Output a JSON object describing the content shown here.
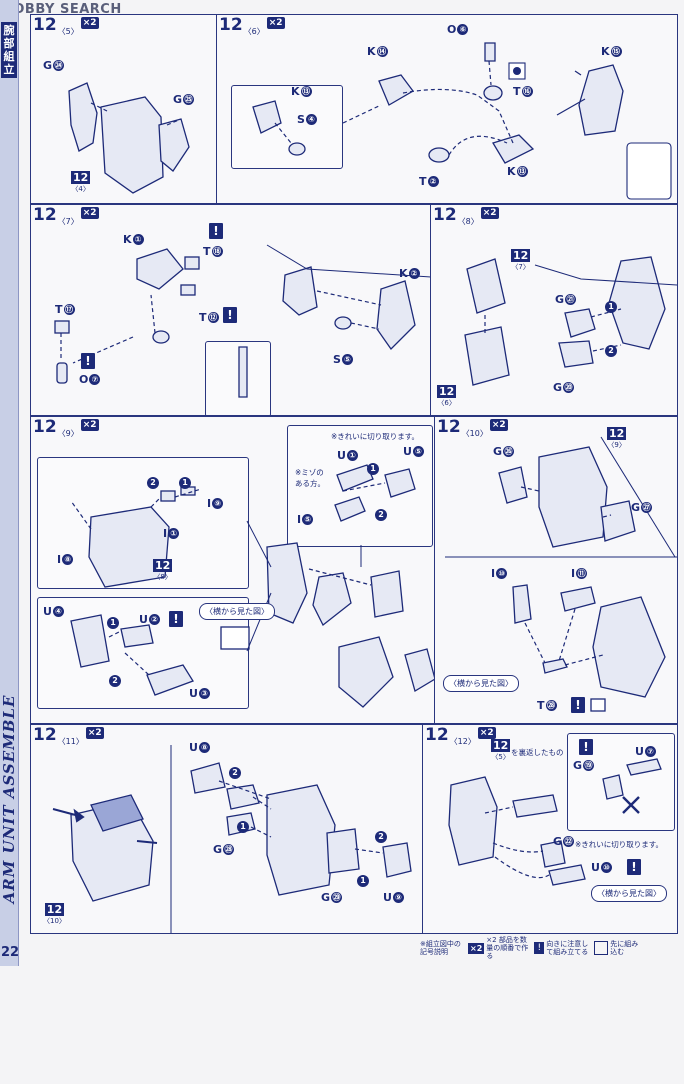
{
  "watermark": "HOBBY SEARCH",
  "sidebar": {
    "title": "腕部組立",
    "english": "ARM UNIT ASSEMBLE",
    "page": "22"
  },
  "common": {
    "x2": "×2"
  },
  "steps": {
    "s5": {
      "num": "12",
      "sub": "〈5〉",
      "refs": [
        {
          "n": "12",
          "s": "〈4〉"
        }
      ],
      "labels": [
        "G",
        "G"
      ],
      "marks": [
        "㉔",
        "㉕"
      ]
    },
    "s6": {
      "num": "12",
      "sub": "〈6〉",
      "labels": [
        "O",
        "T",
        "K",
        "S",
        "K",
        "K",
        "T"
      ],
      "marks": [
        "⑥",
        "⑯",
        "⑭",
        "④",
        "⑬",
        "⑬",
        "②"
      ]
    },
    "s6b": {
      "labels": [
        "K"
      ],
      "marks": [
        "⑮"
      ]
    },
    "s7": {
      "num": "12",
      "sub": "〈7〉",
      "labels": [
        "K",
        "T",
        "T",
        "T",
        "O",
        "K",
        "S"
      ],
      "marks": [
        "①",
        "⑱",
        "⑫",
        "⑰",
        "⑦",
        "②",
        "⑤"
      ]
    },
    "s8": {
      "num": "12",
      "sub": "〈8〉",
      "refs": [
        {
          "n": "12",
          "s": "〈7〉"
        },
        {
          "n": "12",
          "s": "〈6〉"
        }
      ],
      "labels": [
        "G",
        "G"
      ],
      "marks": [
        "㉑",
        "⑳"
      ]
    },
    "s9": {
      "num": "12",
      "sub": "〈9〉",
      "refs": [
        {
          "n": "12",
          "s": "〈8〉"
        }
      ],
      "labels": [
        "I",
        "I",
        "I",
        "U",
        "U",
        "U",
        "U",
        "U",
        "I"
      ],
      "marks": [
        "⑨",
        "①",
        "⑧",
        "④",
        "②",
        "③",
        "①",
        "⑤",
        "⑤"
      ],
      "note_clean": "※きれいに切り取ります。",
      "note_groove": "※ミゾの",
      "note_groove2": "ある方。",
      "side_view": "〈横から見た図〉"
    },
    "s10": {
      "num": "12",
      "sub": "〈10〉",
      "refs": [
        {
          "n": "12",
          "s": "〈9〉"
        }
      ],
      "labels": [
        "G",
        "G",
        "I",
        "I",
        "T"
      ],
      "marks": [
        "㉖",
        "㉗",
        "⑩",
        "⑪",
        "㉘"
      ],
      "side_view": "〈横から見た図〉"
    },
    "s11": {
      "num": "12",
      "sub": "〈11〉",
      "refs": [
        {
          "n": "12",
          "s": "〈10〉"
        }
      ],
      "labels": [
        "U",
        "G",
        "G",
        "U"
      ],
      "marks": [
        "⑧",
        "㉘",
        "㉙",
        "⑨"
      ]
    },
    "s12": {
      "num": "12",
      "sub": "〈12〉",
      "refs": [
        {
          "n": "12",
          "s": "〈5〉"
        }
      ],
      "labels": [
        "G",
        "U",
        "G",
        "U"
      ],
      "marks": [
        "⑲",
        "⑦",
        "㉒",
        "⑩"
      ],
      "reverse_note": "を裏返したもの",
      "note_clean": "※きれいに切り取ります。",
      "side_view": "〈横から見た図〉"
    }
  },
  "legend": {
    "title": "※組立図中の記号説明",
    "x2_desc": "×2 部品を数量の順番で作る",
    "warn_desc": "向きに注意して組み立てる",
    "first_desc": "先に組み込む"
  },
  "colors": {
    "ink": "#1d2a78",
    "paper": "#f8f8fa",
    "sidebar": "#c8cfe6"
  }
}
